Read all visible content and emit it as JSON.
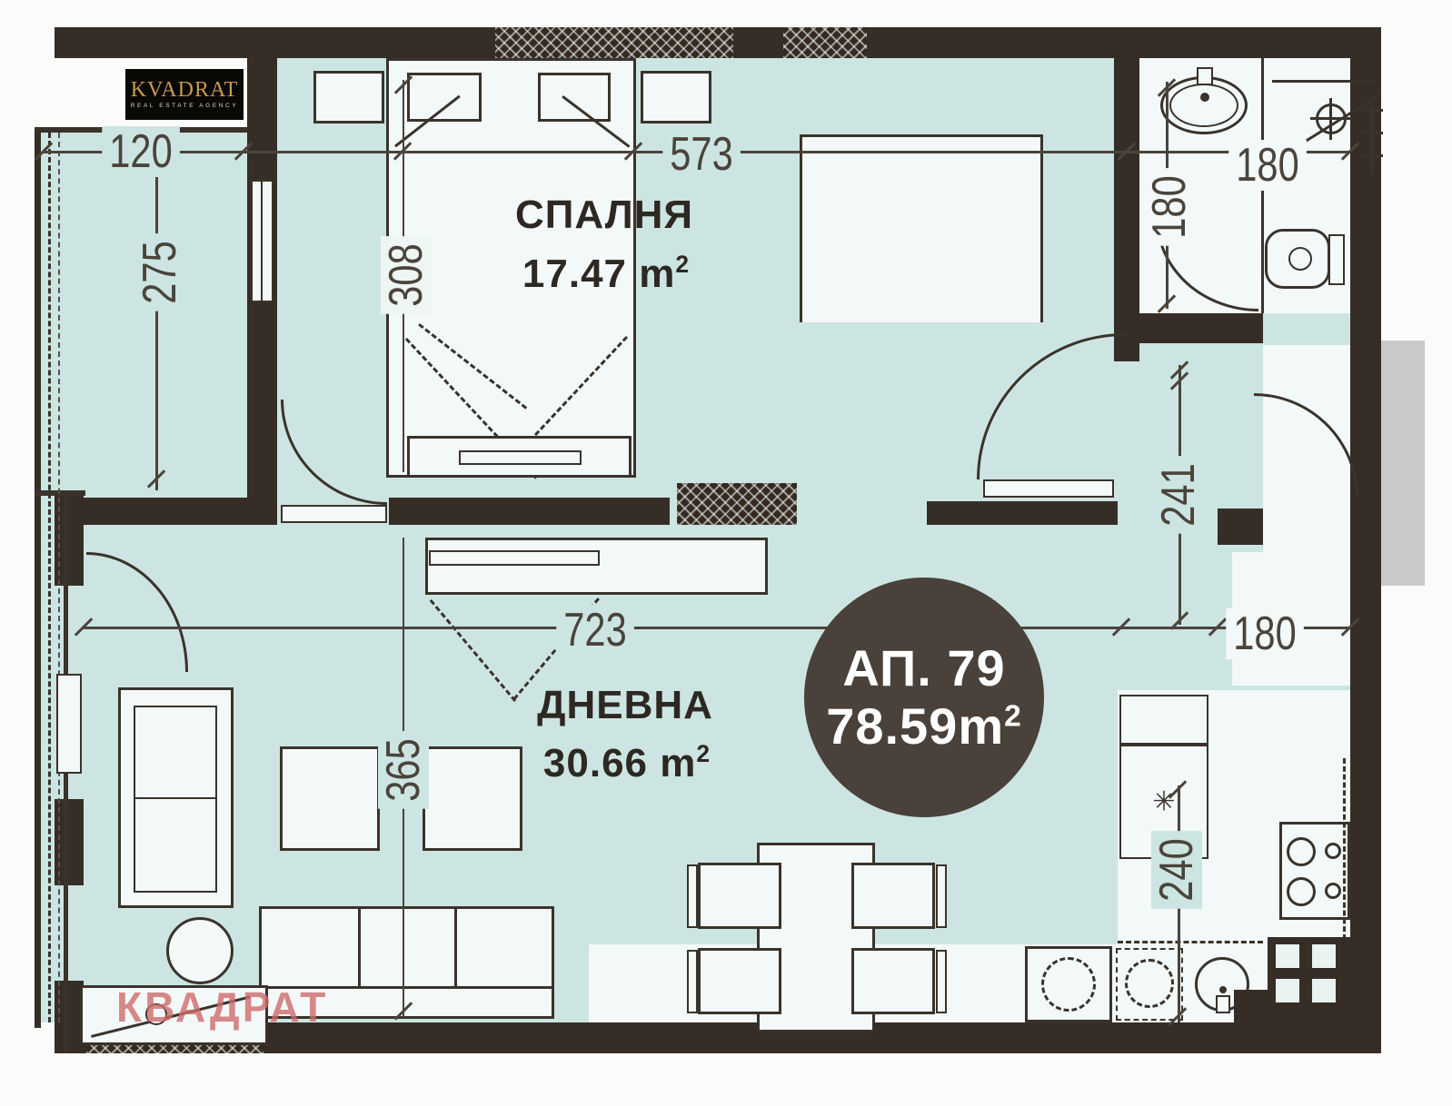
{
  "branding": {
    "logo_title": "KVADRAT",
    "logo_tagline": "REAL ESTATE AGENCY",
    "watermark": "КВАДРАТ"
  },
  "apartment_badge": {
    "number": "АП. 79",
    "area": "78.59m",
    "area_sup": "2"
  },
  "rooms": {
    "bedroom": {
      "name": "СПАЛНЯ",
      "area": "17.47 m",
      "area_sup": "2"
    },
    "living": {
      "name": "ДНЕВНА",
      "area": "30.66 m",
      "area_sup": "2"
    }
  },
  "dimensions": {
    "d120": "120",
    "d275": "275",
    "d308": "308",
    "d573": "573",
    "d180_top": "180",
    "d180_bath": "180",
    "d241": "241",
    "d180_right": "180",
    "d723": "723",
    "d365": "365",
    "d240": "240"
  },
  "symbols": {
    "fridge": "✳"
  },
  "colors": {
    "wall": "#362e26",
    "floor": "#cde5e2",
    "room_white": "#f2f9f8",
    "badge_bg": "#49413a",
    "watermark": "#cd6a6a",
    "logo_gold": "#c49b52"
  }
}
